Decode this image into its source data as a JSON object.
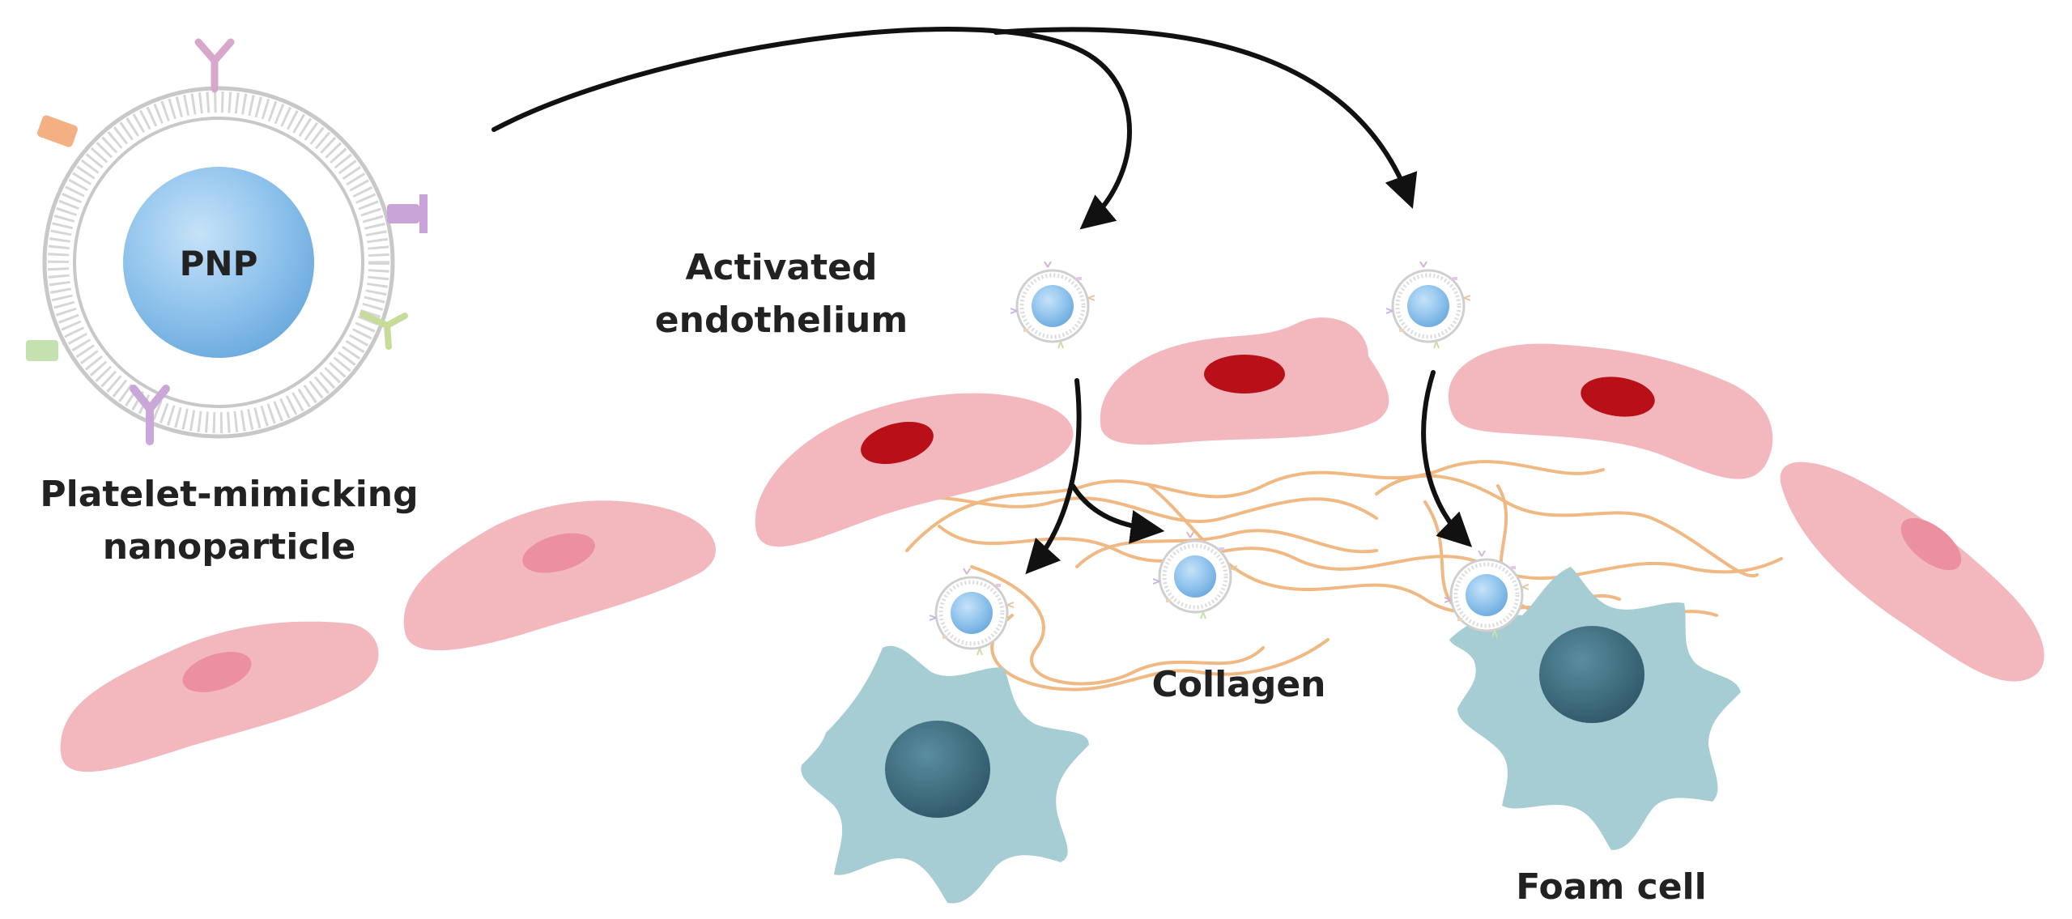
{
  "labels": {
    "pnp_core": "PNP",
    "pnp_name_line1": "Platelet-mimicking",
    "pnp_name_line2": "nanoparticle",
    "endothelium_line1": "Activated",
    "endothelium_line2": "endothelium",
    "collagen": "Collagen",
    "foam_cell": "Foam cell"
  },
  "colors": {
    "endothelial_cell": "#f2b8be",
    "activated_nucleus": "#b80f18",
    "resting_nucleus": "#ec8f9f",
    "collagen_fiber": "#f0b882",
    "foam_cell_body": "#a6cdd3",
    "foam_cell_nucleus": "#3e6b7d",
    "pnp_core": "#8ec2ec",
    "membrane": "#c8c8c8",
    "arrow": "#111111"
  }
}
